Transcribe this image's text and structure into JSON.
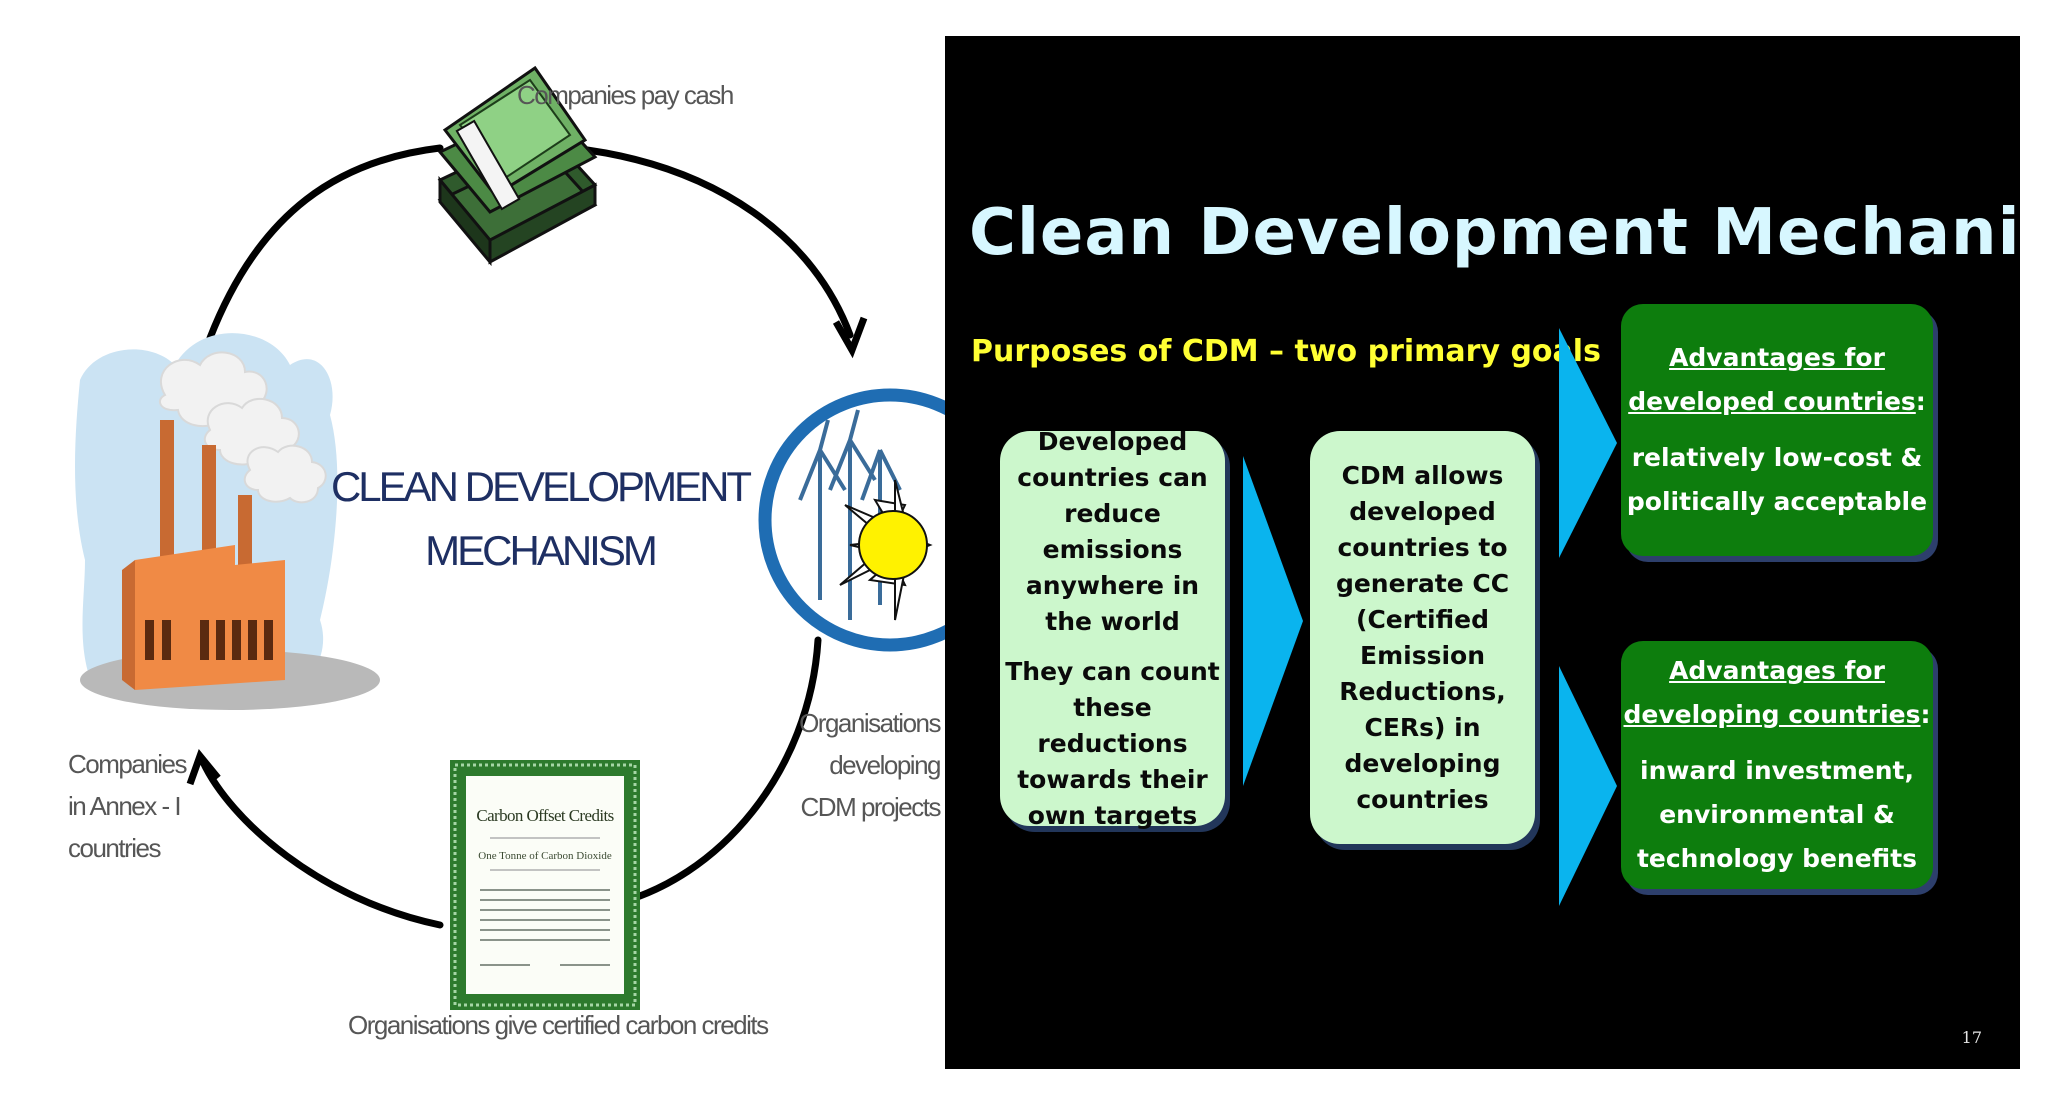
{
  "left_diagram": {
    "title": "CLEAN DEVELOPMENT\nMECHANISM",
    "captions": {
      "companies_pay_cash": "Companies pay cash",
      "organisations_developing": "Organisations developing CDM projects",
      "organisations_give_credits": "Organisations give certified carbon credits",
      "companies_annex": "Companies in Annex - I countries"
    },
    "certificate": {
      "title": "Carbon Offset Credits",
      "subtitle": "One Tonne of Carbon Dioxide"
    }
  },
  "slide": {
    "title": "Clean Development Mechanism",
    "subtitle": "Purposes of CDM – two primary goals",
    "box1": {
      "para1": "Developed countries can reduce emissions anywhere in the world",
      "para2": "They can count these reductions towards their own targets"
    },
    "box2": {
      "text": "CDM allows developed countries to generate CC (Certified Emission Reductions, CERs) in developing countries"
    },
    "box_developed": {
      "heading": "Advantages for developed countries",
      "heading_suffix": ":",
      "body": "relatively low-cost & politically acceptable"
    },
    "box_developing": {
      "heading": "Advantages for developing countries",
      "heading_suffix": ":",
      "body": "inward investment, environmental & technology benefits"
    },
    "page_number": "17",
    "colors": {
      "background": "#000000",
      "title": "#d7f7ff",
      "subtitle": "#ffff33",
      "pale_box": "#ccf7cc",
      "green_box": "#0d7d0d",
      "arrow": "#0ab4ee"
    }
  }
}
